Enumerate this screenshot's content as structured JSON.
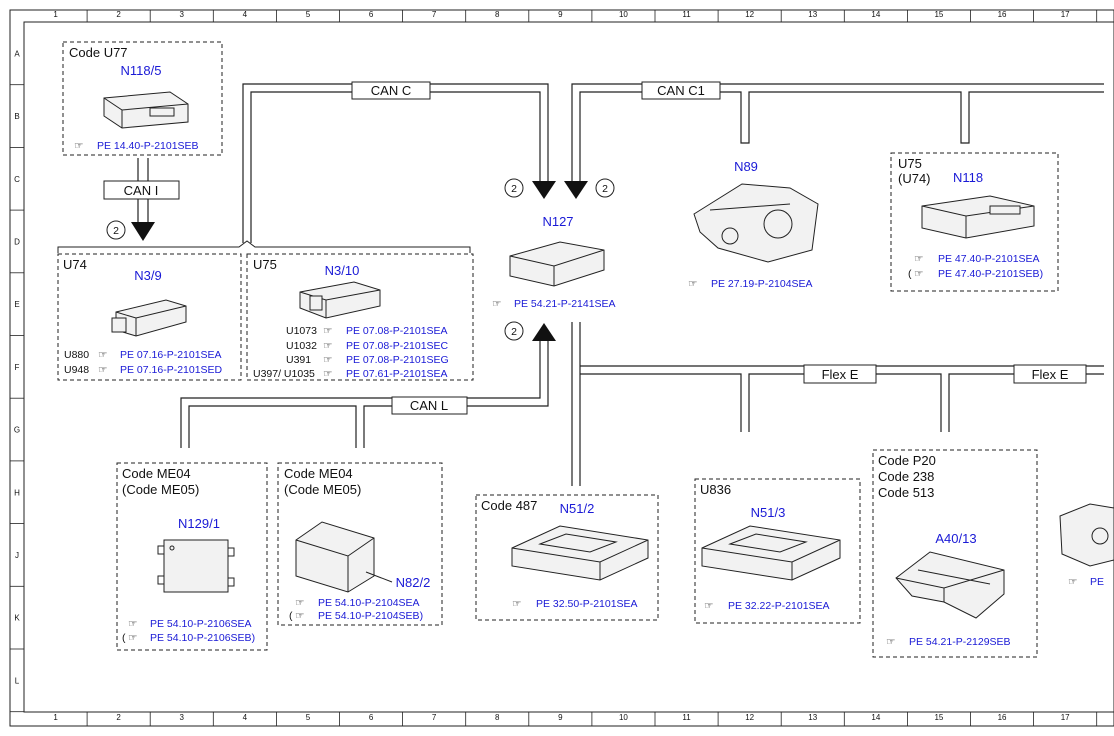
{
  "grid": {
    "cols": [
      "1",
      "2",
      "3",
      "4",
      "5",
      "6",
      "7",
      "8",
      "9",
      "10",
      "11",
      "12",
      "13",
      "14",
      "15",
      "16",
      "17"
    ],
    "rows": [
      "A",
      "B",
      "C",
      "D",
      "E",
      "F",
      "G",
      "H",
      "J",
      "K",
      "L"
    ]
  },
  "buses": {
    "can_c": "CAN C",
    "can_c1": "CAN C1",
    "can_i": "CAN I",
    "can_l": "CAN L",
    "flex_e_1": "Flex E",
    "flex_e_2": "Flex E"
  },
  "markers": {
    "circle_2": "2"
  },
  "components": {
    "n118_5": {
      "code": "Code U77",
      "name": "N118/5",
      "ref": "PE 14.40-P-2101SEB"
    },
    "n3_9": {
      "code": "U74",
      "name": "N3/9",
      "refs": [
        {
          "prefix": "U880",
          "text": "PE 07.16-P-2101SEA"
        },
        {
          "prefix": "U948",
          "text": "PE 07.16-P-2101SED"
        }
      ]
    },
    "n3_10": {
      "code": "U75",
      "name": "N3/10",
      "refs": [
        {
          "prefix": "U1073",
          "text": "PE 07.08-P-2101SEA"
        },
        {
          "prefix": "U1032",
          "text": "PE 07.08-P-2101SEC"
        },
        {
          "prefix": "U391",
          "text": "PE 07.08-P-2101SEG"
        },
        {
          "prefix": "U397/ U1035",
          "text": "PE 07.61-P-2101SEA"
        }
      ]
    },
    "n127": {
      "name": "N127",
      "ref": "PE 54.21-P-2141SEA"
    },
    "n89": {
      "name": "N89",
      "ref": "PE 27.19-P-2104SEA"
    },
    "n118": {
      "code1": "U75",
      "code2": "(U74)",
      "name": "N118",
      "ref1": "PE 47.40-P-2101SEA",
      "ref2": "PE 47.40-P-2101SEB)",
      "paren": "("
    },
    "n129_1": {
      "code1": "Code ME04",
      "code2": "(Code ME05)",
      "name": "N129/1",
      "ref1": "PE 54.10-P-2106SEA",
      "ref2": "PE 54.10-P-2106SEB)",
      "paren": "("
    },
    "n82_2": {
      "code1": "Code ME04",
      "code2": "(Code ME05)",
      "name": "N82/2",
      "ref1": "PE 54.10-P-2104SEA",
      "ref2": "PE 54.10-P-2104SEB)",
      "paren": "("
    },
    "n51_2": {
      "code": "Code 487",
      "name": "N51/2",
      "ref": "PE 32.50-P-2101SEA"
    },
    "n51_3": {
      "code": "U836",
      "name": "N51/3",
      "ref": "PE 32.22-P-2101SEA"
    },
    "a40_13": {
      "code1": "Code P20",
      "code2": "Code 238",
      "code3": "Code 513",
      "name": "A40/13",
      "ref": "PE 54.21-P-2129SEB"
    },
    "partial_right": {
      "ref": "PE"
    }
  },
  "colors": {
    "link_blue": "#1a1ad6",
    "line": "#222222"
  }
}
